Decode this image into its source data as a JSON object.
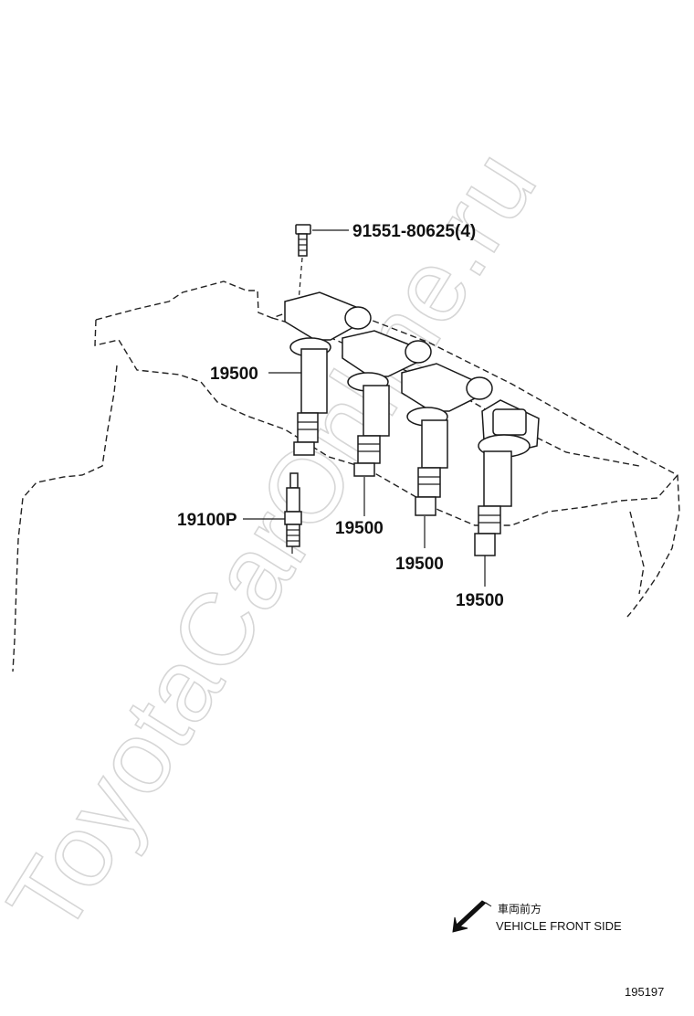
{
  "watermark": "ToyotaCarOnline.ru",
  "labels": {
    "bolt": "91551-80625(4)",
    "coil_1": "19500",
    "coil_2": "19500",
    "coil_3": "19500",
    "coil_4": "19500",
    "spark_plug": "19100P"
  },
  "direction_note": {
    "japanese": "車両前方",
    "english": "VEHICLE FRONT SIDE"
  },
  "illustration_number": "195197"
}
